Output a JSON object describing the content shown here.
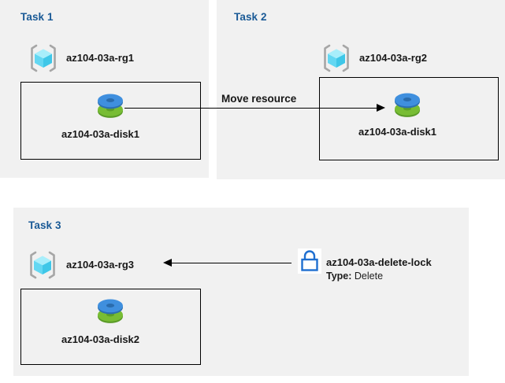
{
  "diagram": {
    "background": "#ffffff",
    "panel_color": "#f1f1f1",
    "title_color": "#1a5a96",
    "accent_blue": "#1f6fd0",
    "disk_top_color": "#3f8fde",
    "disk_bottom_color": "#73b832",
    "cube_color": "#8ee4f7",
    "bracket_color": "#a6a6a6"
  },
  "tasks": [
    {
      "title": "Task 1",
      "resource_group": "az104-03a-rg1",
      "resource": "az104-03a-disk1",
      "rg_icon": "resource-group-cube-icon",
      "resource_icon": "managed-disk-icon"
    },
    {
      "title": "Task 2",
      "resource_group": "az104-03a-rg2",
      "resource": "az104-03a-disk1",
      "rg_icon": "resource-group-cube-icon",
      "resource_icon": "managed-disk-icon"
    },
    {
      "title": "Task 3",
      "resource_group": "az104-03a-rg3",
      "resource": "az104-03a-disk2",
      "rg_icon": "resource-group-cube-icon",
      "resource_icon": "managed-disk-icon"
    }
  ],
  "connectors": {
    "move": {
      "label": "Move resource",
      "direction": "left-to-right",
      "from": "az104-03a-disk1",
      "to": "az104-03a-rg2"
    },
    "lock_apply": {
      "label": "",
      "direction": "right-to-left",
      "from": "az104-03a-delete-lock",
      "to": "az104-03a-rg3"
    }
  },
  "lock": {
    "icon": "padlock-icon",
    "name": "az104-03a-delete-lock",
    "type_label": "Type:",
    "type_value": "Delete"
  }
}
